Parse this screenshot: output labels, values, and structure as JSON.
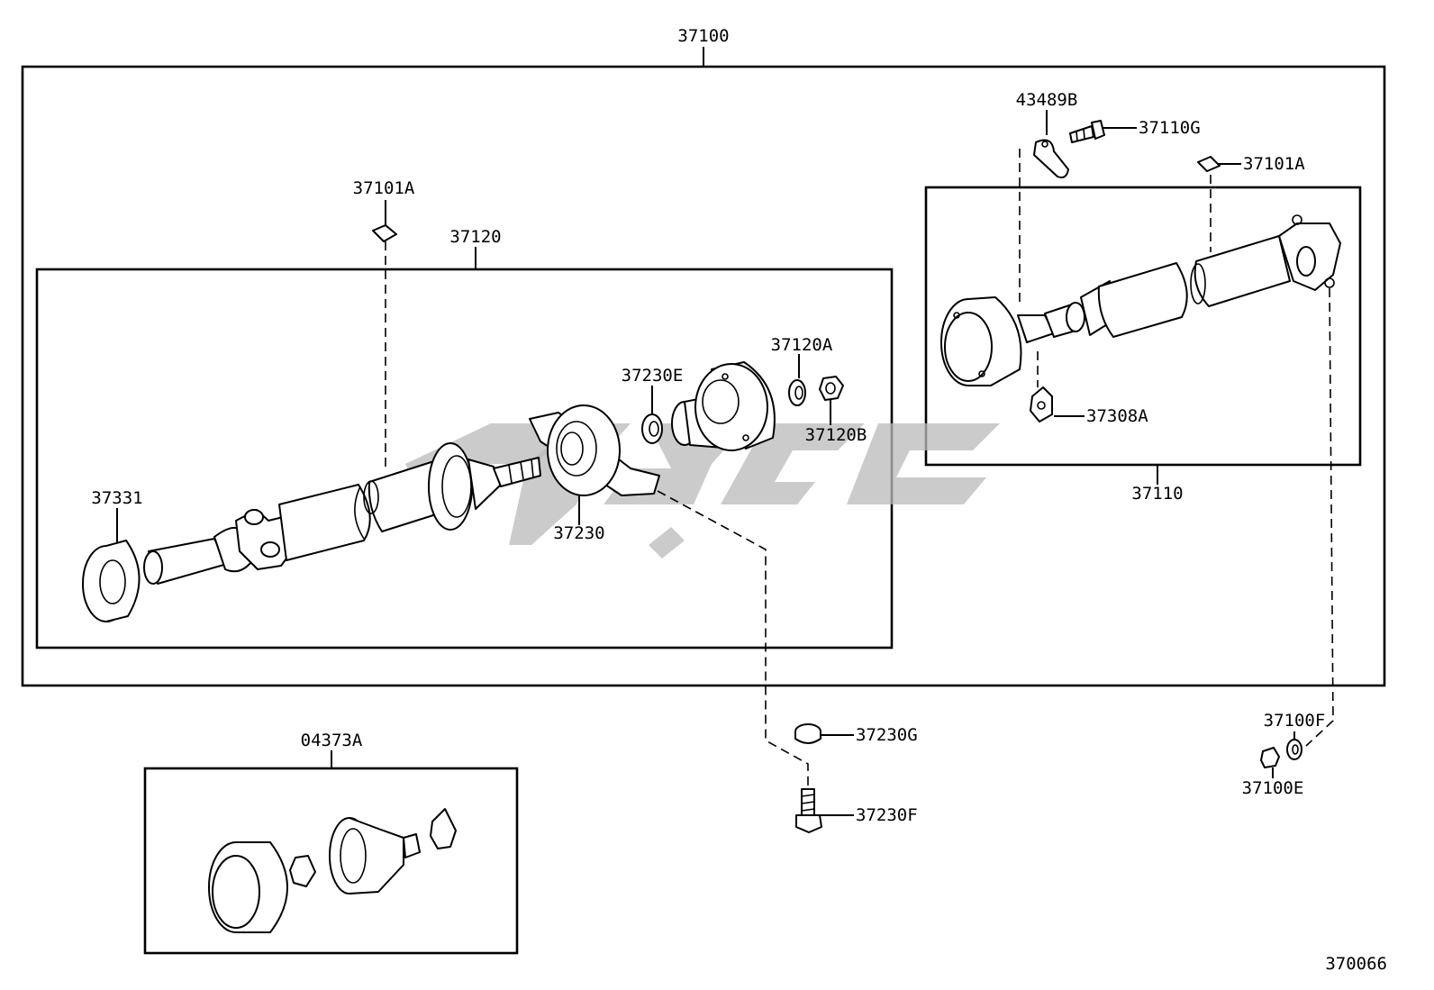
{
  "labels": {
    "p37100": "37100",
    "p43489B": "43489B",
    "p37110G": "37110G",
    "p37101A_right": "37101A",
    "p37101A_left": "37101A",
    "p37120": "37120",
    "p37120A": "37120A",
    "p37230E": "37230E",
    "p37120B": "37120B",
    "p37331": "37331",
    "p37230": "37230",
    "p37308A": "37308A",
    "p37110": "37110",
    "p04373A": "04373A",
    "p37230G": "37230G",
    "p37230F": "37230F",
    "p37100F": "37100F",
    "p37100E": "37100E",
    "figure_code": "370066"
  },
  "colors": {
    "line": "#000000",
    "watermark": "#b9b9b9",
    "background": "#ffffff"
  },
  "icons": {
    "watermark": "brand-logo-watermark"
  }
}
